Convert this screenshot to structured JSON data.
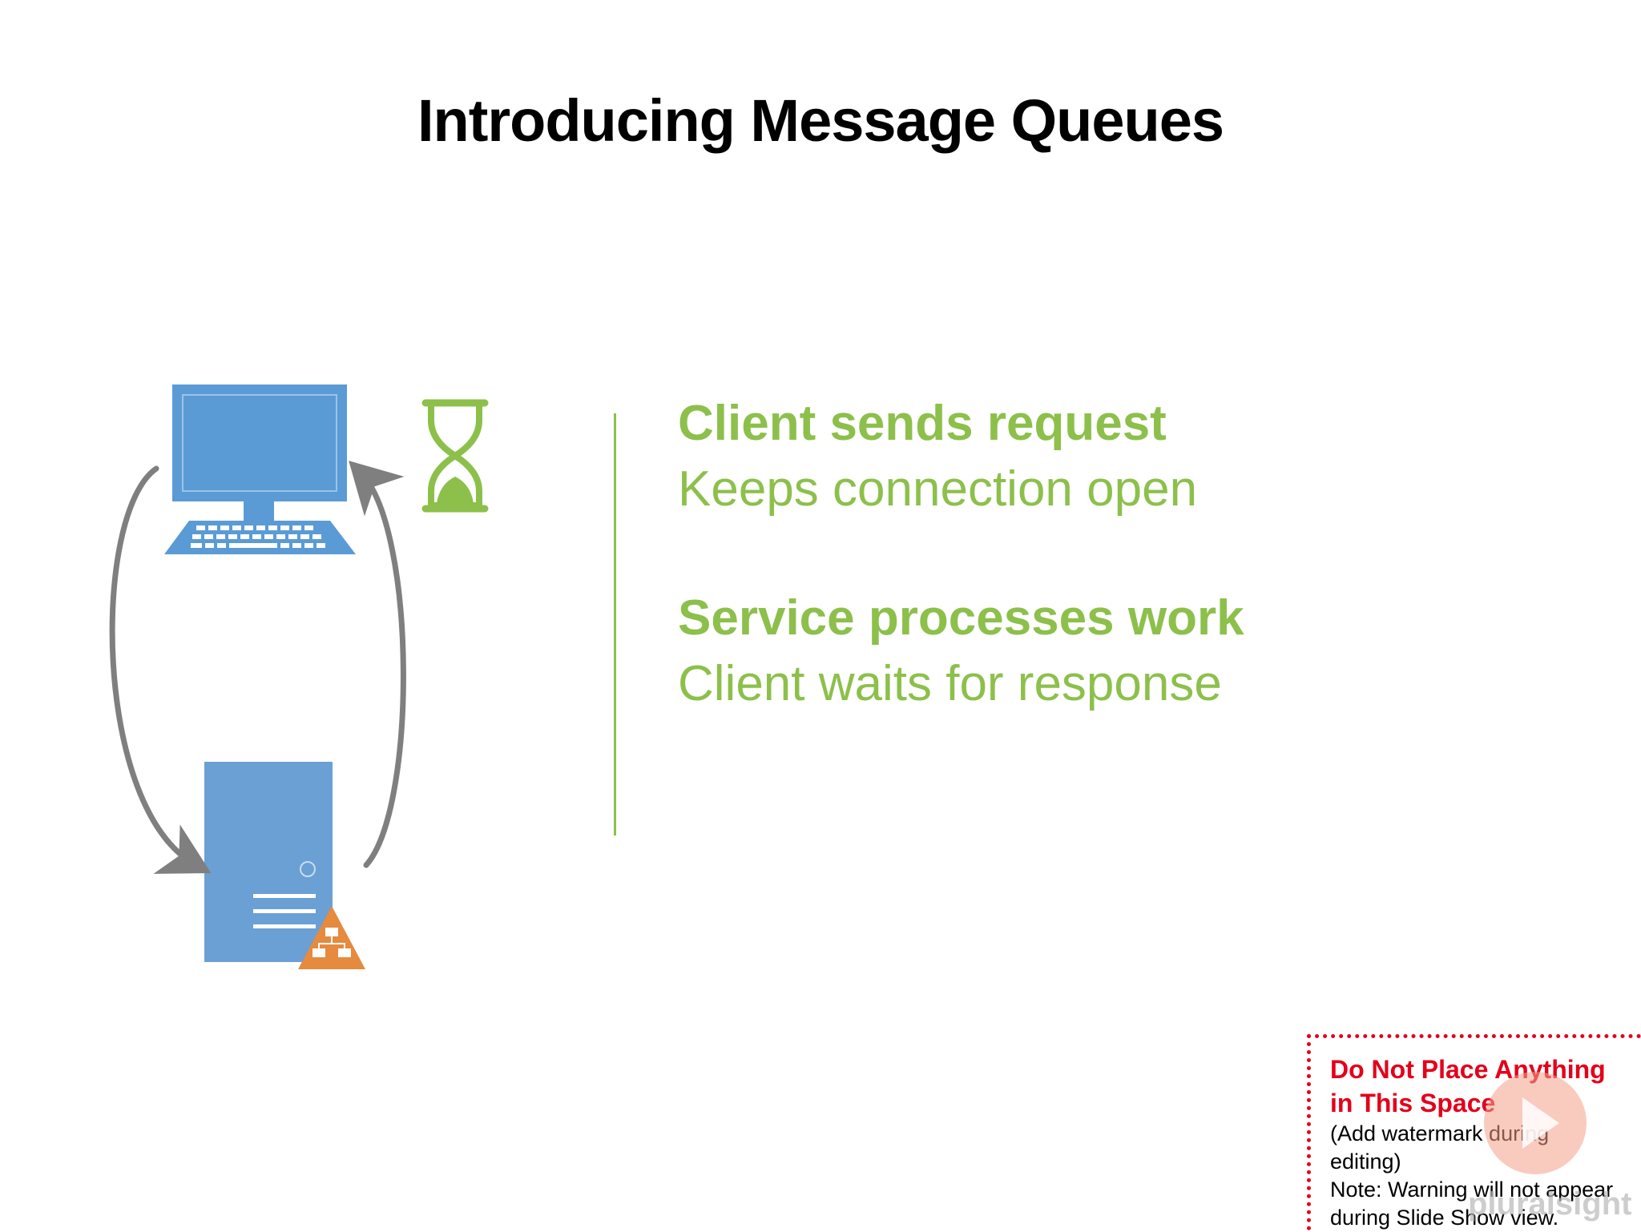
{
  "slide": {
    "title": "Introducing Message Queues"
  },
  "bullets": [
    {
      "heading": "Client sends request",
      "sub": "Keeps connection open"
    },
    {
      "heading": "Service processes work",
      "sub": "Client waits for response"
    }
  ],
  "warning": {
    "title_line1": "Do Not Place Anything",
    "title_line2": "in This Space",
    "note_line1": "(Add watermark during",
    "note_line2": "editing)",
    "note_line3": "Note:  Warning will not appear",
    "note_line4": "during Slide Show view."
  },
  "watermark": {
    "text": "pluralsight"
  },
  "colors": {
    "accent_green": "#8cc04b",
    "computer_blue": "#5b9bd5",
    "server_blue": "#6aa0d3",
    "arrow_gray": "#7f7f7f",
    "network_orange": "#e58a3f",
    "warning_red": "#e3001b"
  },
  "icons": {
    "client": "desktop-computer-icon",
    "server": "server-tower-icon",
    "network": "network-hierarchy-icon",
    "timer": "hourglass-icon"
  }
}
